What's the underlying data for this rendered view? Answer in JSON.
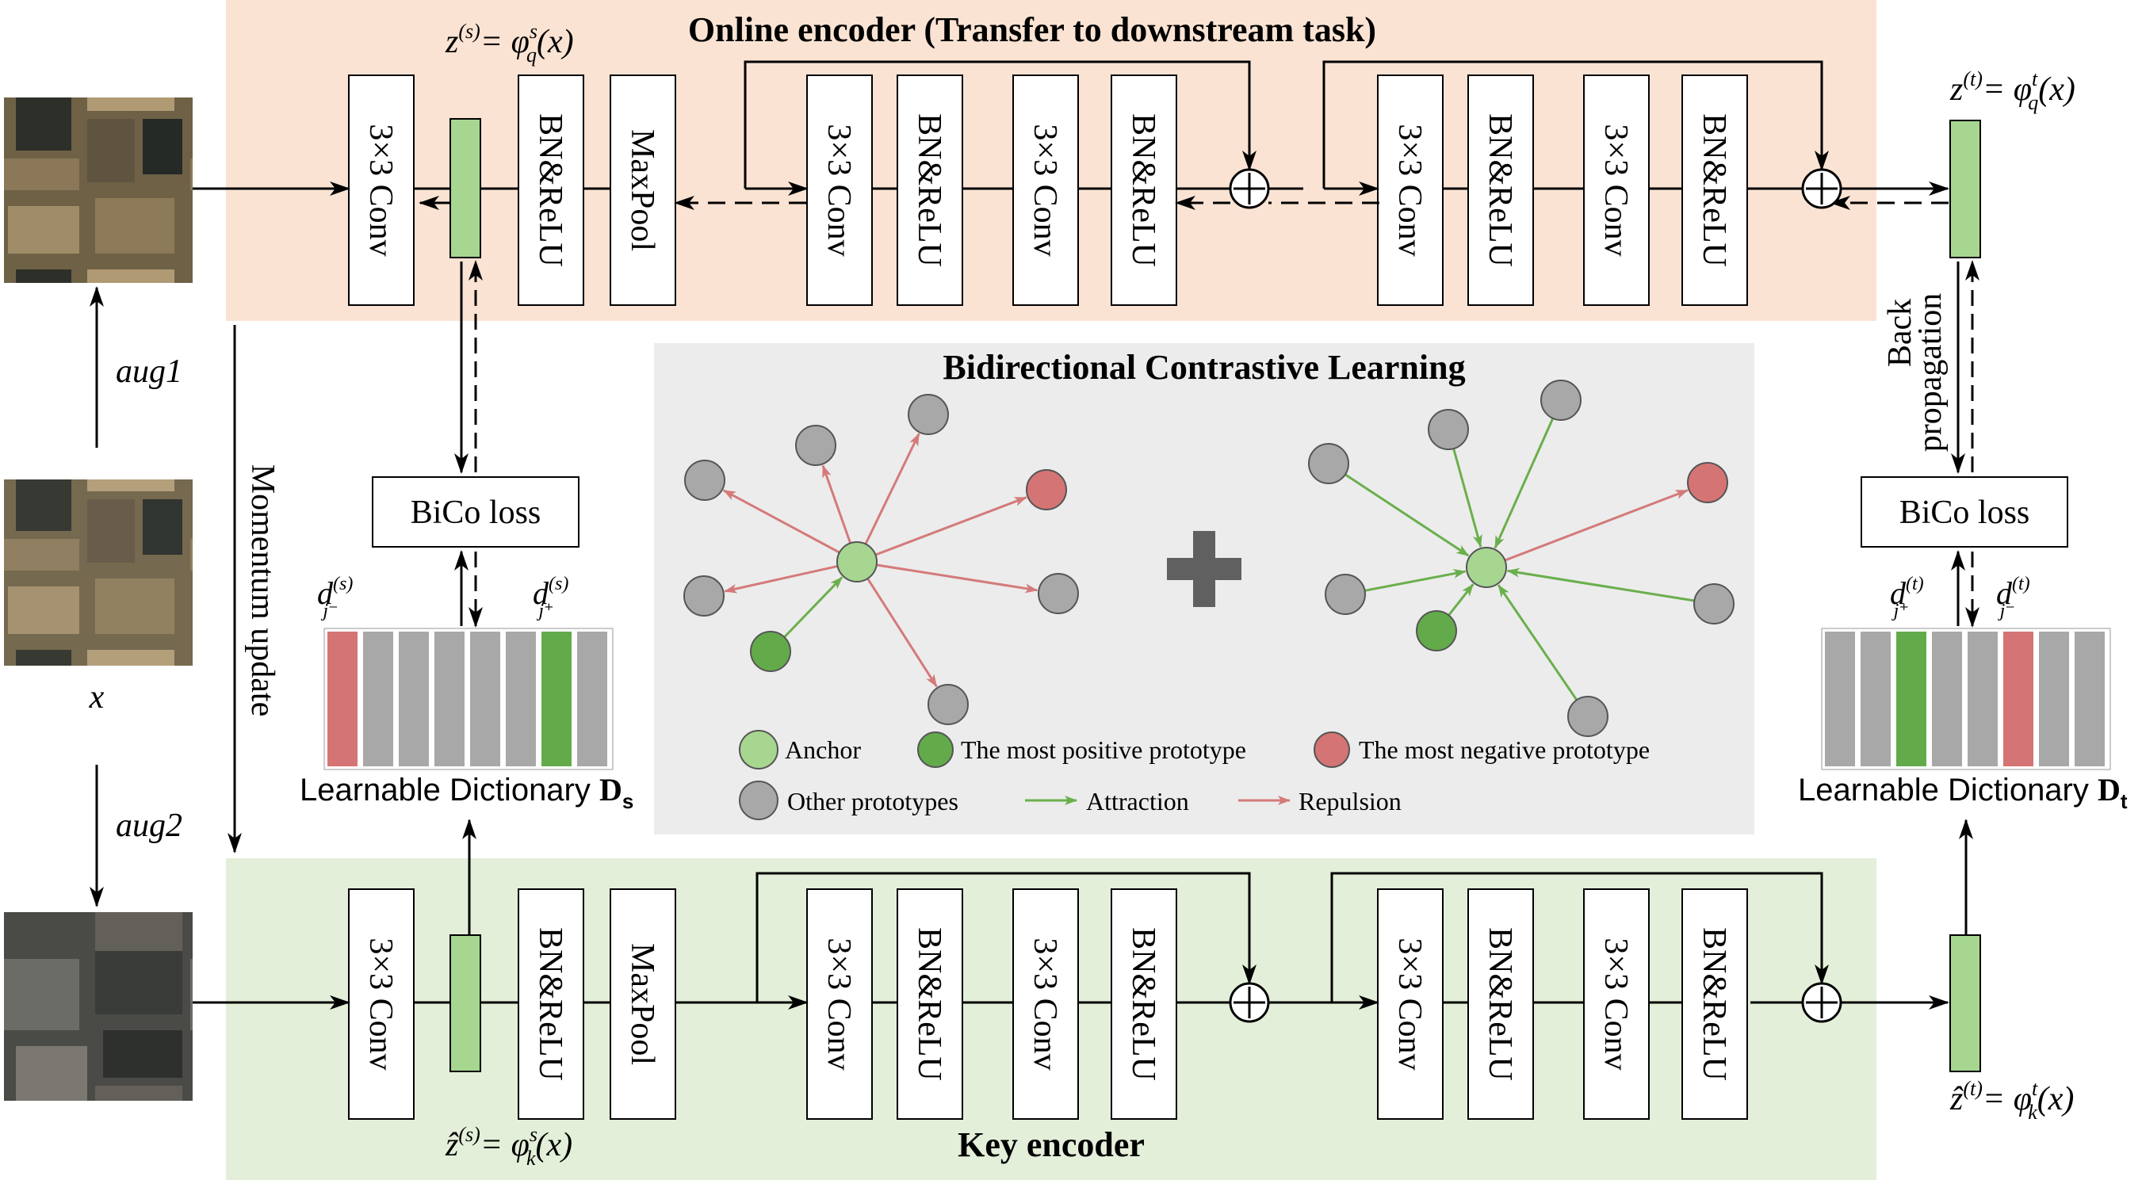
{
  "online_encoder": {
    "title": "Online encoder (Transfer to downstream task)",
    "eq_left": {
      "var": "z",
      "sup": "(s)",
      "rhs": "= φ",
      "rhs_sub": "q",
      "rhs_sup": "s",
      "arg": "(x)"
    },
    "eq_right": {
      "var": "z",
      "sup": "(t)",
      "rhs": "= φ",
      "rhs_sub": "q",
      "rhs_sup": "t",
      "arg": "(x)"
    }
  },
  "key_encoder": {
    "title": "Key encoder",
    "eq_left": {
      "var": "ẑ",
      "sup": "(s)",
      "rhs": "= φ",
      "rhs_sub": "k",
      "rhs_sup": "s",
      "arg": "(x)"
    },
    "eq_right": {
      "var": "ẑ",
      "sup": "(t)",
      "rhs": "= φ",
      "rhs_sub": "k",
      "rhs_sup": "t",
      "arg": "(x)"
    }
  },
  "layers": {
    "conv": "3×3 Conv",
    "bnrelu": "BN&ReLU",
    "maxpool": "MaxPool"
  },
  "input": {
    "x_label": "x",
    "aug1": "aug1",
    "aug2": "aug2",
    "momentum": "Momentum update"
  },
  "loss": {
    "left": "BiCo loss",
    "right": "BiCo loss",
    "backprop_line1": "Back",
    "backprop_line2": "propagation"
  },
  "dictionary": {
    "left": {
      "label": "Learnable Dictionary ",
      "bold": "D",
      "sub": "s",
      "neg_sym": "d",
      "neg_sup": "(s)",
      "neg_sub": "j⁻",
      "pos_sym": "d",
      "pos_sup": "(s)",
      "pos_sub": "j⁺"
    },
    "right": {
      "label": "Learnable Dictionary ",
      "bold": "D",
      "sub": "t",
      "pos_sym": "d",
      "pos_sup": "(t)",
      "pos_sub": "j⁺",
      "neg_sym": "d",
      "neg_sup": "(t)",
      "neg_sub": "j⁻"
    }
  },
  "bicl": {
    "title": "Bidirectional Contrastive Learning",
    "legend": {
      "anchor": "Anchor",
      "positive": "The most positive prototype",
      "negative": "The most negative prototype",
      "other": "Other prototypes",
      "attraction": "Attraction",
      "repulsion": "Repulsion"
    }
  },
  "colors": {
    "online_bg": "#fae3d3",
    "key_bg": "#e3efd9",
    "center_bg": "#ececec",
    "feature_green": "#a6d690",
    "pos_green": "#63ab4a",
    "neg_red": "#d57474",
    "gray_node": "#a8a8a8",
    "attraction": "#6aaf4c",
    "repulsion": "#d47a7a"
  }
}
